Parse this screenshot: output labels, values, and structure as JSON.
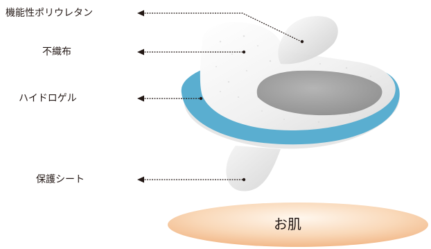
{
  "layers": [
    {
      "label": "機能性ポリウレタン"
    },
    {
      "label": "不織布"
    },
    {
      "label": "ハイドロゲル"
    },
    {
      "label": "保護シート"
    }
  ],
  "skin_label": "お肌",
  "colors": {
    "hydrogel": "#5aaed0",
    "skin": "#f6c9a0",
    "arrow": "#231815",
    "text": "#231815"
  }
}
